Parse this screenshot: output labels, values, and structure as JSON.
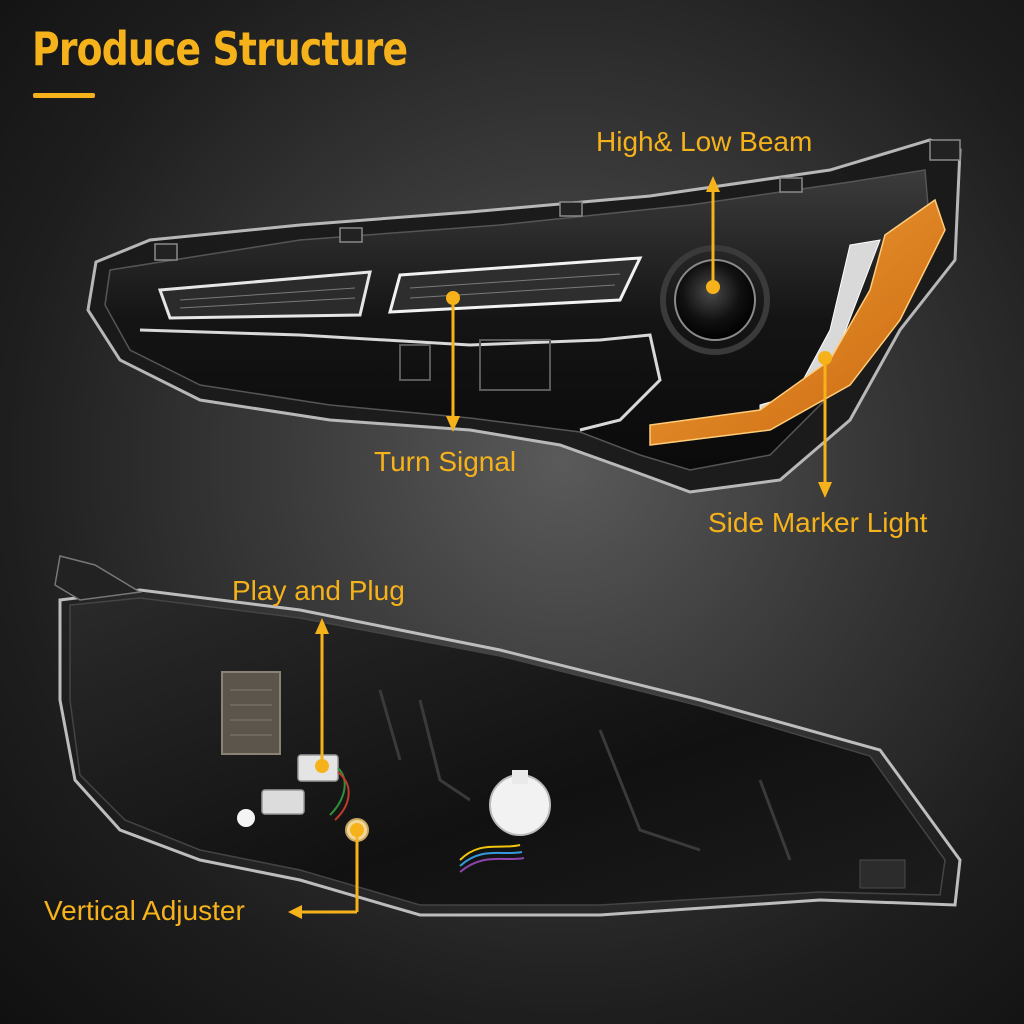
{
  "title": "Produce Structure",
  "colors": {
    "accent": "#f6b21a",
    "amber_lens": "#e8891a",
    "background": "#2a2a2a"
  },
  "callouts": {
    "high_low_beam": "High& Low Beam",
    "turn_signal": "Turn Signal",
    "side_marker_light": "Side Marker Light",
    "play_and_plug": "Play and Plug",
    "vertical_adjuster": "Vertical Adjuster"
  }
}
